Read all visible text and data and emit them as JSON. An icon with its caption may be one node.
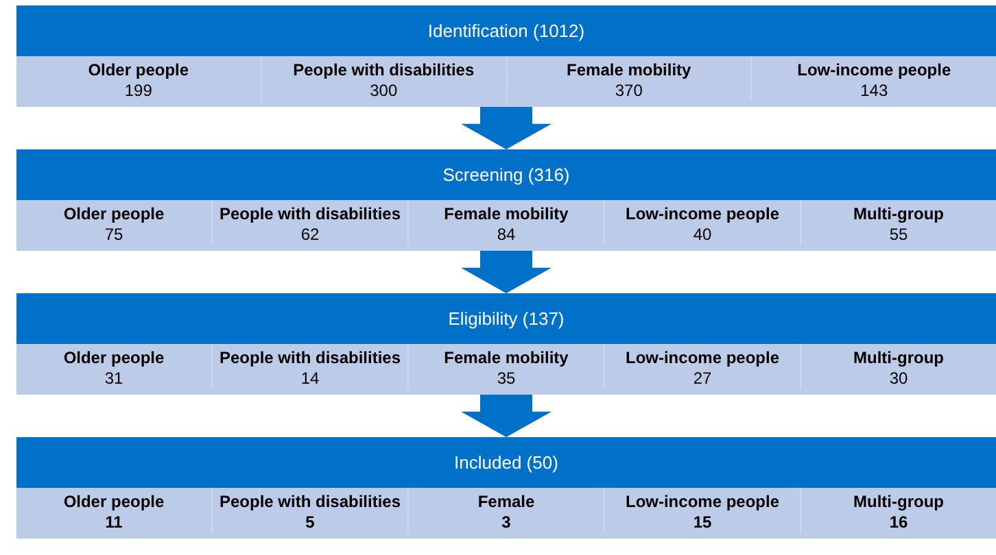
{
  "diagram": {
    "nodes": [
      {
        "text": [
          "Identification (1012)"
        ]
      },
      {
        "text": [
          "Older people",
          "199"
        ],
        "in": 0
      },
      {
        "text": [
          "People with disabilities",
          "300"
        ],
        "in": 0
      },
      {
        "text": [
          "Female mobility",
          "370"
        ],
        "in": 0
      },
      {
        "text": [
          "Low-income people",
          "143"
        ],
        "in": 0
      },
      {
        "text": [
          "Screening (316)"
        ]
      },
      {
        "text": [
          "Older people",
          "75"
        ],
        "in": 5
      },
      {
        "text": [
          "People with disabilities",
          "62"
        ],
        "in": 5
      },
      {
        "text": [
          "Female mobility",
          "84"
        ],
        "in": 5
      },
      {
        "text": [
          "Low-income people",
          "40"
        ],
        "in": 5
      },
      {
        "text": [
          "Multi-group",
          "55"
        ],
        "in": 5
      },
      {
        "text": [
          "Eligibility (137)"
        ]
      },
      {
        "text": [
          "Older people",
          "31"
        ],
        "in": 11
      },
      {
        "text": [
          "People with disabilities",
          "14"
        ],
        "in": 11
      },
      {
        "text": [
          "Female mobility",
          "35"
        ],
        "in": 11
      },
      {
        "text": [
          "Low-income people",
          "27"
        ],
        "in": 11
      },
      {
        "text": [
          "Multi-group",
          "30"
        ],
        "in": 11
      },
      {
        "text": [
          "Included (50)"
        ]
      },
      {
        "text": [
          "Older people",
          "11"
        ],
        "in": 17
      },
      {
        "text": [
          "People with disabilities",
          "5"
        ],
        "in": 17
      },
      {
        "text": [
          "Female",
          "3"
        ],
        "in": 17
      },
      {
        "text": [
          "Low-income people",
          "15"
        ],
        "in": 17
      },
      {
        "text": [
          "Multi-group",
          "16"
        ],
        "in": 17
      }
    ],
    "edges": [
      {
        "from": 0,
        "to": 5,
        "arrow": "to"
      },
      {
        "from": 5,
        "to": 11,
        "arrow": "to"
      },
      {
        "from": 11,
        "to": 17,
        "arrow": "to"
      }
    ]
  }
}
